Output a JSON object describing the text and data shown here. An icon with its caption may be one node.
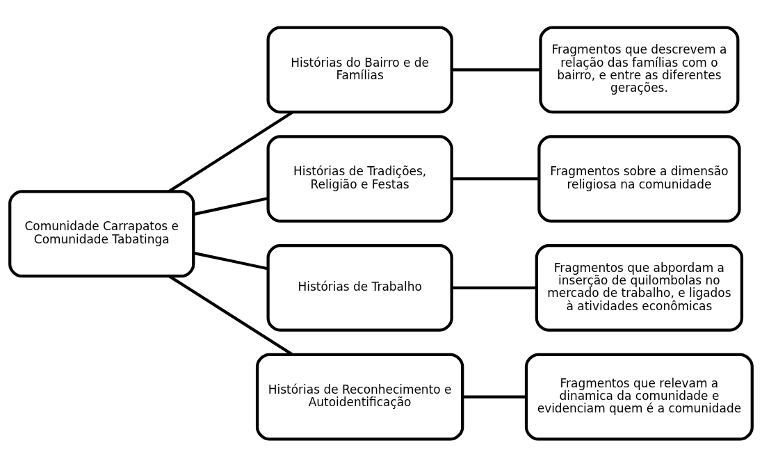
{
  "diagram": {
    "nodes": [
      {
        "text": [
          "Comunidade Carrapatos e Comunidade Tabatinga"
        ]
      },
      {
        "text": [
          "Histórias do Bairro e de Famílias"
        ]
      },
      {
        "text": [
          "Fragmentos que descrevem a relação das famílias com o bairro, e entre as diferentes gerações."
        ]
      },
      {
        "text": [
          "Histórias de Tradições, Religião e Festas"
        ]
      },
      {
        "text": [
          "Fragmentos sobre a dimensão religiosa na comunidade"
        ]
      },
      {
        "text": [
          "Histórias de Trabalho"
        ]
      },
      {
        "text": [
          "Fragmentos que abpordam a inserção de quilombolas no mercado de trabalho, e ligados à atividades econômicas"
        ]
      },
      {
        "text": [
          "Histórias de Reconhecimento e Autoidentificação"
        ]
      },
      {
        "text": [
          "Fragmentos que relevam a dinamica da comunidade e evidenciam quem é a comunidade"
        ]
      }
    ],
    "edges": [
      {
        "from": 0,
        "to": 1,
        "arrow": "none"
      },
      {
        "from": 1,
        "to": 2,
        "arrow": "none"
      },
      {
        "from": 0,
        "to": 3,
        "arrow": "none"
      },
      {
        "from": 3,
        "to": 4,
        "arrow": "none"
      },
      {
        "from": 0,
        "to": 5,
        "arrow": "none"
      },
      {
        "from": 5,
        "to": 6,
        "arrow": "none"
      },
      {
        "from": 0,
        "to": 7,
        "arrow": "none"
      },
      {
        "from": 7,
        "to": 8,
        "arrow": "none"
      }
    ]
  }
}
